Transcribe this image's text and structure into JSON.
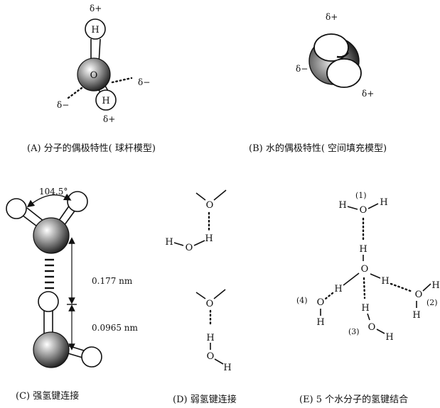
{
  "panels": {
    "A": {
      "caption": "(A)  分子的偶极特性( 球杆模型)",
      "delta_plus": "δ+",
      "delta_minus": "δ−",
      "atom_h": "H",
      "atom_o": "O"
    },
    "B": {
      "caption": "(B)  水的偶极特性( 空间填充模型)",
      "delta_plus": "δ+",
      "delta_minus": "δ−"
    },
    "C": {
      "caption": "(C)  强氢键连接",
      "angle": "104.5°",
      "distance_hbond": "0.177 nm",
      "distance_covalent": "0.0965 nm"
    },
    "D": {
      "caption": "(D)  弱氢键连接",
      "atom_h": "H",
      "atom_o": "O"
    },
    "E": {
      "caption": "(E)  5 个水分子的氢键结合",
      "atom_h": "H",
      "atom_o": "O",
      "molecule_labels": [
        "(1)",
        "(2)",
        "(3)",
        "(4)"
      ]
    }
  },
  "colors": {
    "ink": "#111111",
    "background": "#ffffff"
  }
}
